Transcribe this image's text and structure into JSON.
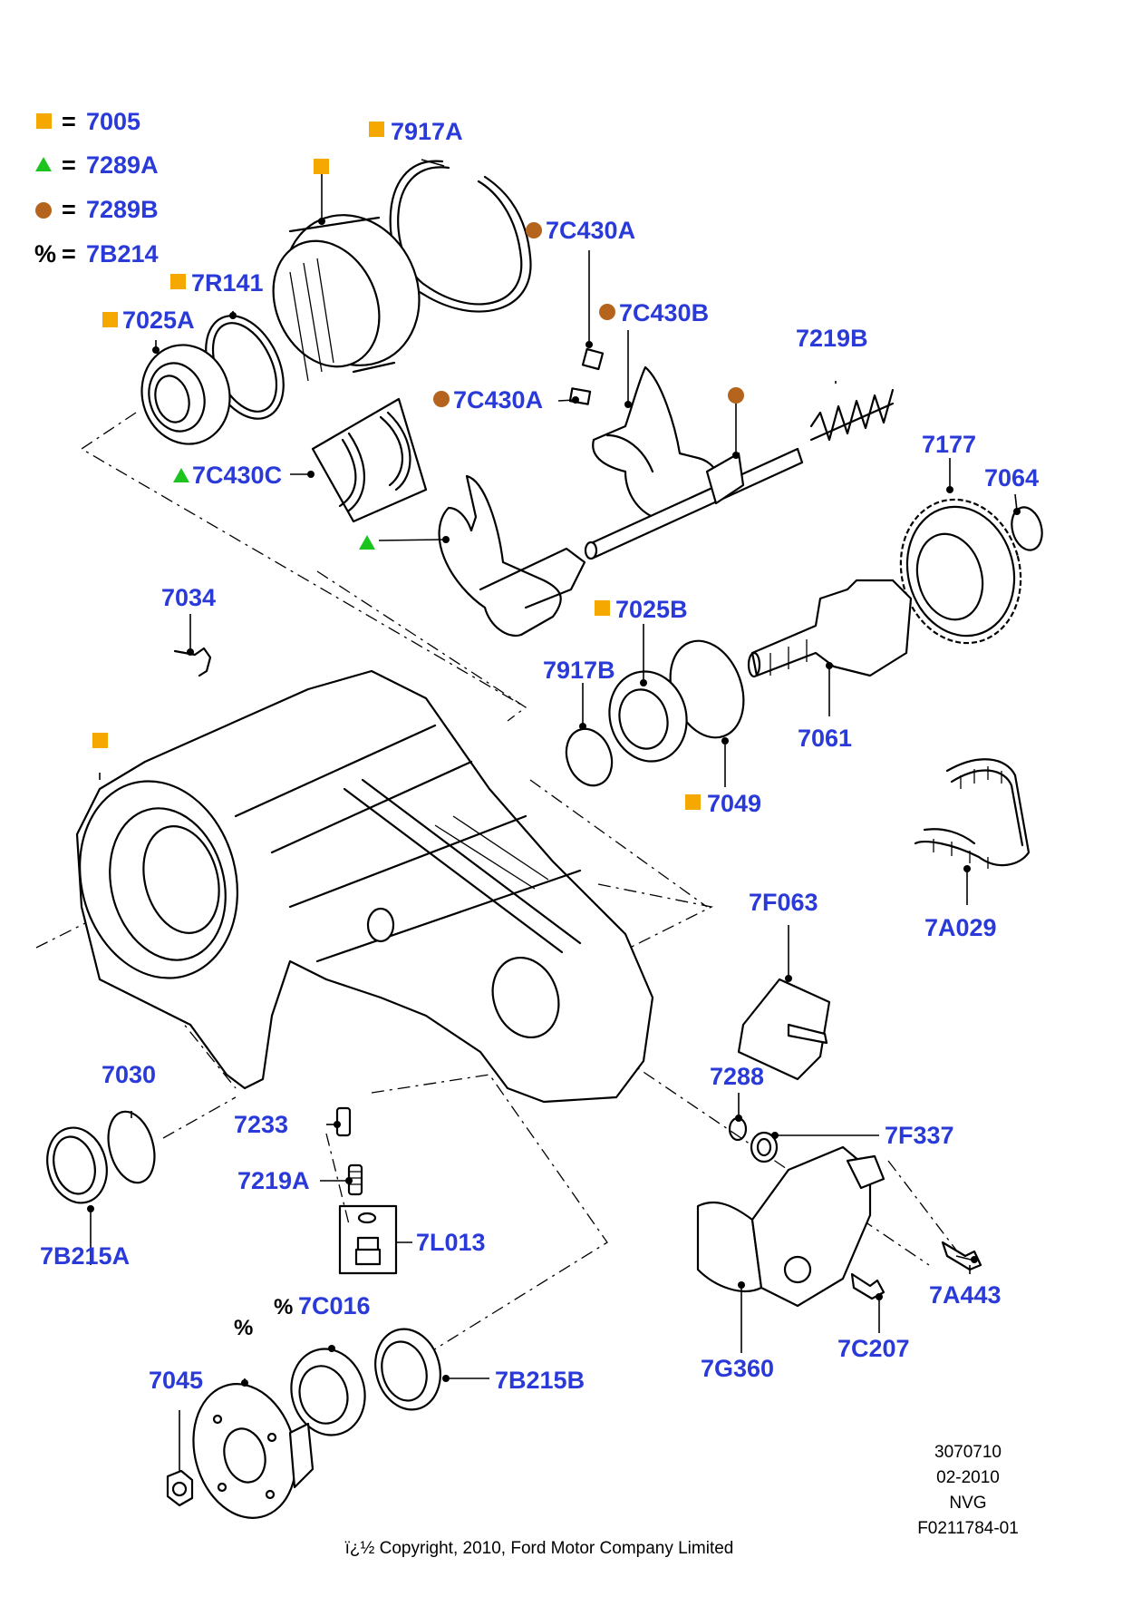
{
  "legend": [
    {
      "key": "■",
      "symbol": "square",
      "color": "#f5a800",
      "code": "7005"
    },
    {
      "key": "▲",
      "symbol": "triangle",
      "color": "#1ec41e",
      "code": "7289A"
    },
    {
      "key": "●",
      "symbol": "circle",
      "color": "#b5641d",
      "code": "7289B"
    },
    {
      "key": "%",
      "symbol": "percent",
      "color": "#000000",
      "code": "7B214"
    }
  ],
  "parts": {
    "p7917A": "7917A",
    "p7C430A_top": "7C430A",
    "p7R141": "7R141",
    "p7025A": "7025A",
    "p7C430B": "7C430B",
    "p7219B": "7219B",
    "p7C430A_mid": "7C430A",
    "p7177": "7177",
    "p7064": "7064",
    "p7C430C": "7C430C",
    "p7034": "7034",
    "p7025B": "7025B",
    "p7917B": "7917B",
    "p7061": "7061",
    "p7049": "7049",
    "p7A029": "7A029",
    "p7F063": "7F063",
    "p7030": "7030",
    "p7288": "7288",
    "p7233": "7233",
    "p7F337": "7F337",
    "p7219A": "7219A",
    "p7L013": "7L013",
    "p7B215A": "7B215A",
    "p7A443": "7A443",
    "p7C016": "7C016",
    "p7C207": "7C207",
    "p7045": "7045",
    "p7B215B": "7B215B",
    "p7G360": "7G360"
  },
  "symbols": {
    "percent": "%",
    "equals": "="
  },
  "reference": {
    "number": "3070710",
    "date": "02-2010",
    "code": "NVG",
    "figure": "F0211784-01"
  },
  "copyright": "ï¿½ Copyright, 2010, Ford Motor Company Limited",
  "colors": {
    "label": "#2a3ad8",
    "square": "#f5a800",
    "triangle": "#1ec41e",
    "circle": "#b5641d"
  }
}
